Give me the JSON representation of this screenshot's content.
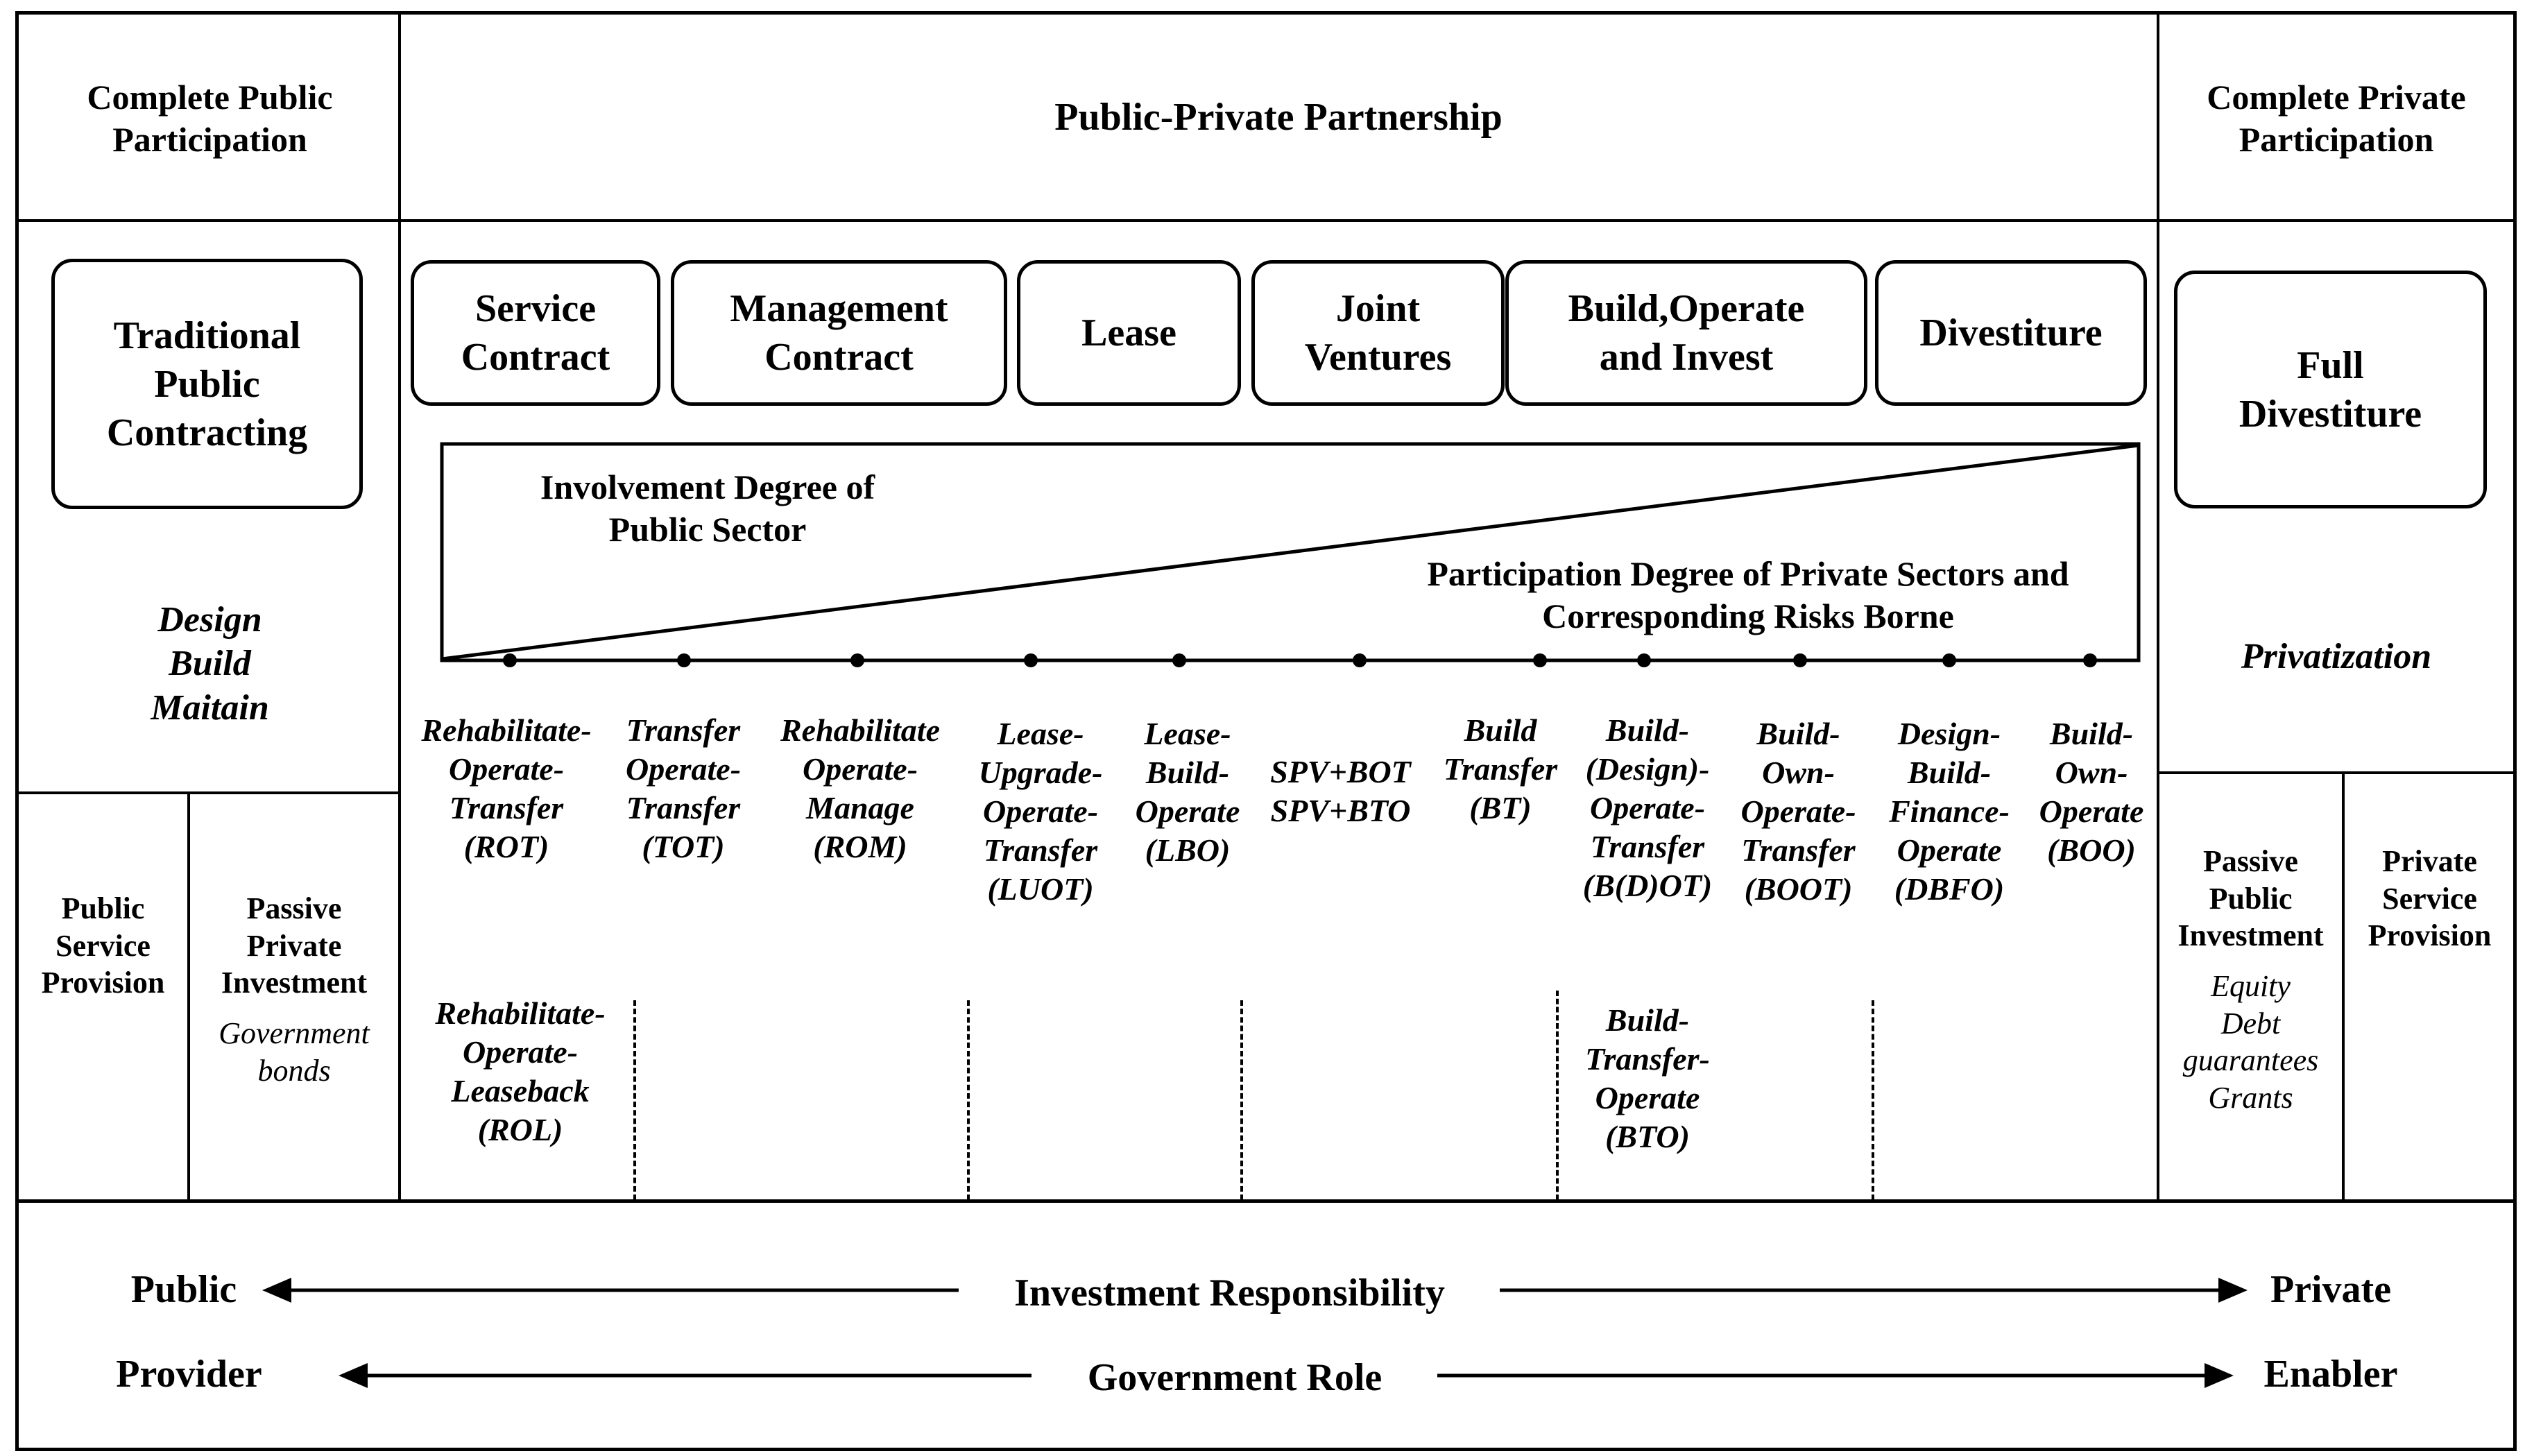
{
  "header": {
    "left": "Complete Public\nParticipation",
    "center": "Public-Private Partnership",
    "right": "Complete Private\nParticipation"
  },
  "left_panel": {
    "box": "Traditional\nPublic\nContracting",
    "activities": "Design\nBuild\nMaitain",
    "public_service": "Public\nService\nProvision",
    "passive_private_title": "Passive\nPrivate\nInvestment",
    "passive_private_sub": "Government\nbonds"
  },
  "ppp_categories": [
    "Service\nContract",
    "Management\nContract",
    "Lease",
    "Joint\nVentures",
    "Build,Operate\nand Invest",
    "Divestiture"
  ],
  "wedge": {
    "public_label": "Involvement Degree of\nPublic Sector",
    "private_label": "Participation Degree of Private Sectors and\nCorresponding Risks Borne"
  },
  "models": [
    "Rehabilitate-\nOperate-\nTransfer\n(ROT)",
    "Transfer\nOperate-\nTransfer\n(TOT)",
    "Rehabilitate\nOperate-\nManage\n(ROM)",
    "Lease-\nUpgrade-\nOperate-\nTransfer\n(LUOT)",
    "Lease-\nBuild-\nOperate\n(LBO)",
    "SPV+BOT\nSPV+BTO",
    "Build\nTransfer\n(BT)",
    "Build-\n(Design)-\nOperate-\nTransfer\n(B(D)OT)",
    "Build-\nOwn-\nOperate-\nTransfer\n(BOOT)",
    "Design-\nBuild-\nFinance-\nOperate\n(DBFO)",
    "Build-\nOwn-\nOperate\n(BOO)"
  ],
  "models_lower": {
    "rol": "Rehabilitate-\nOperate-\nLeaseback\n(ROL)",
    "bto": "Build-\nTransfer-\nOperate\n(BTO)"
  },
  "right_panel": {
    "box": "Full\nDivestiture",
    "activities": "Privatization",
    "passive_public_title": "Passive\nPublic\nInvestment",
    "passive_public_sub": "Equity\nDebt\nguarantees\nGrants",
    "private_service": "Private\nService\nProvision"
  },
  "axes": {
    "row1": {
      "left": "Public",
      "center": "Investment Responsibility",
      "right": "Private"
    },
    "row2": {
      "left": "Provider",
      "center": "Government Role",
      "right": "Enabler"
    }
  }
}
